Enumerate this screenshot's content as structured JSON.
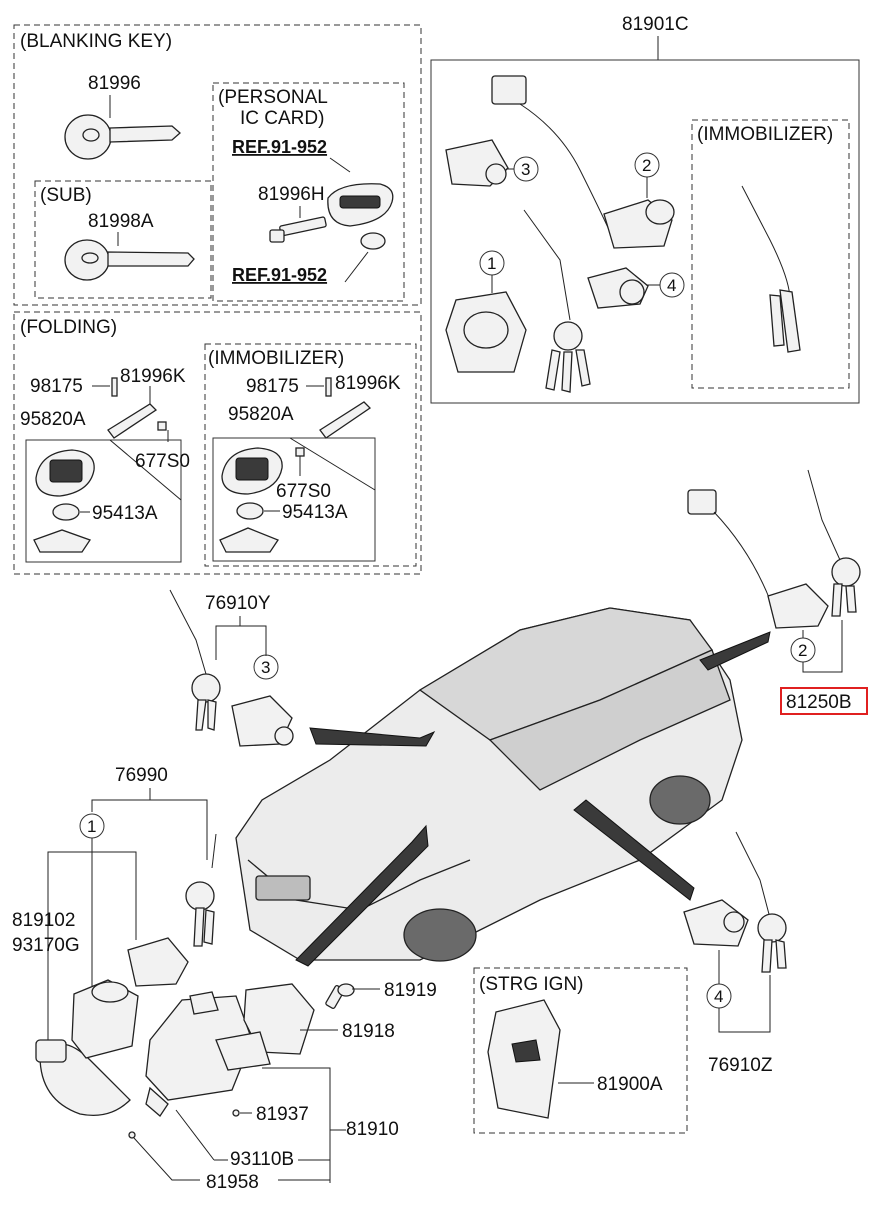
{
  "sections": {
    "blanking_key": "(BLANKING KEY)",
    "personal_ic_card_line1": "(PERSONAL",
    "personal_ic_card_line2": "IC CARD)",
    "sub": "(SUB)",
    "folding": "(FOLDING)",
    "immobilizer_folding": "(IMMOBILIZER)",
    "immobilizer_top": "(IMMOBILIZER)",
    "strg_ign": "(STRG  IGN)"
  },
  "refs": {
    "ref_top": "REF.91-952",
    "ref_bottom": "REF.91-952"
  },
  "parts": {
    "p81996": "81996",
    "p81996h": "81996H",
    "p81998a": "81998A",
    "p81901c": "81901C",
    "p98175_a": "98175",
    "p81996k_a": "81996K",
    "p95820a_a": "95820A",
    "p677s0_a": "677S0",
    "p95413a_a": "95413A",
    "p98175_b": "98175",
    "p81996k_b": "81996K",
    "p95820a_b": "95820A",
    "p677s0_b": "677S0",
    "p95413a_b": "95413A",
    "p76910y": "76910Y",
    "p81250b": "81250B",
    "p76990": "76990",
    "p819102": "819102",
    "p93170g": "93170G",
    "p81919": "81919",
    "p81918": "81918",
    "p81937": "81937",
    "p81910": "81910",
    "p93110b": "93110B",
    "p81958": "81958",
    "p81900a": "81900A",
    "p76910z": "76910Z"
  },
  "callouts": {
    "c1_top": "1",
    "c2_top": "2",
    "c3_top": "3",
    "c4_top": "4",
    "c2_trunk": "2",
    "c3_door": "3",
    "c1_ign": "1",
    "c4_door": "4"
  },
  "colors": {
    "highlight": "#e02020",
    "line": "#222222",
    "dashed_box": "#333333"
  }
}
